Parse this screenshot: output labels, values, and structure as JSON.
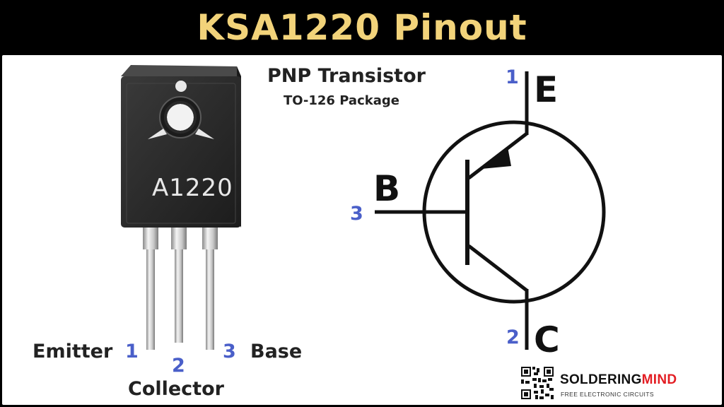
{
  "header": {
    "title": "KSA1220 Pinout"
  },
  "package_photo": {
    "marking": "A1220"
  },
  "info": {
    "type": "PNP Transistor",
    "package": "TO-126 Package"
  },
  "pins": [
    {
      "name": "Emitter",
      "number": "1"
    },
    {
      "name": "Collector",
      "number": "2"
    },
    {
      "name": "Base",
      "number": "3"
    }
  ],
  "symbol": {
    "emitter": {
      "letter": "E",
      "number": "1"
    },
    "collector": {
      "letter": "C",
      "number": "2"
    },
    "base": {
      "letter": "B",
      "number": "3"
    }
  },
  "logo": {
    "brand_part1": "SOLDERING",
    "brand_part2": "MIND",
    "tagline": "FREE ELECTRONIC CIRCUITS",
    "accent_color": "#e31e24"
  },
  "colors": {
    "title": "#f2d37a",
    "pin_number": "#4a5fc9"
  }
}
